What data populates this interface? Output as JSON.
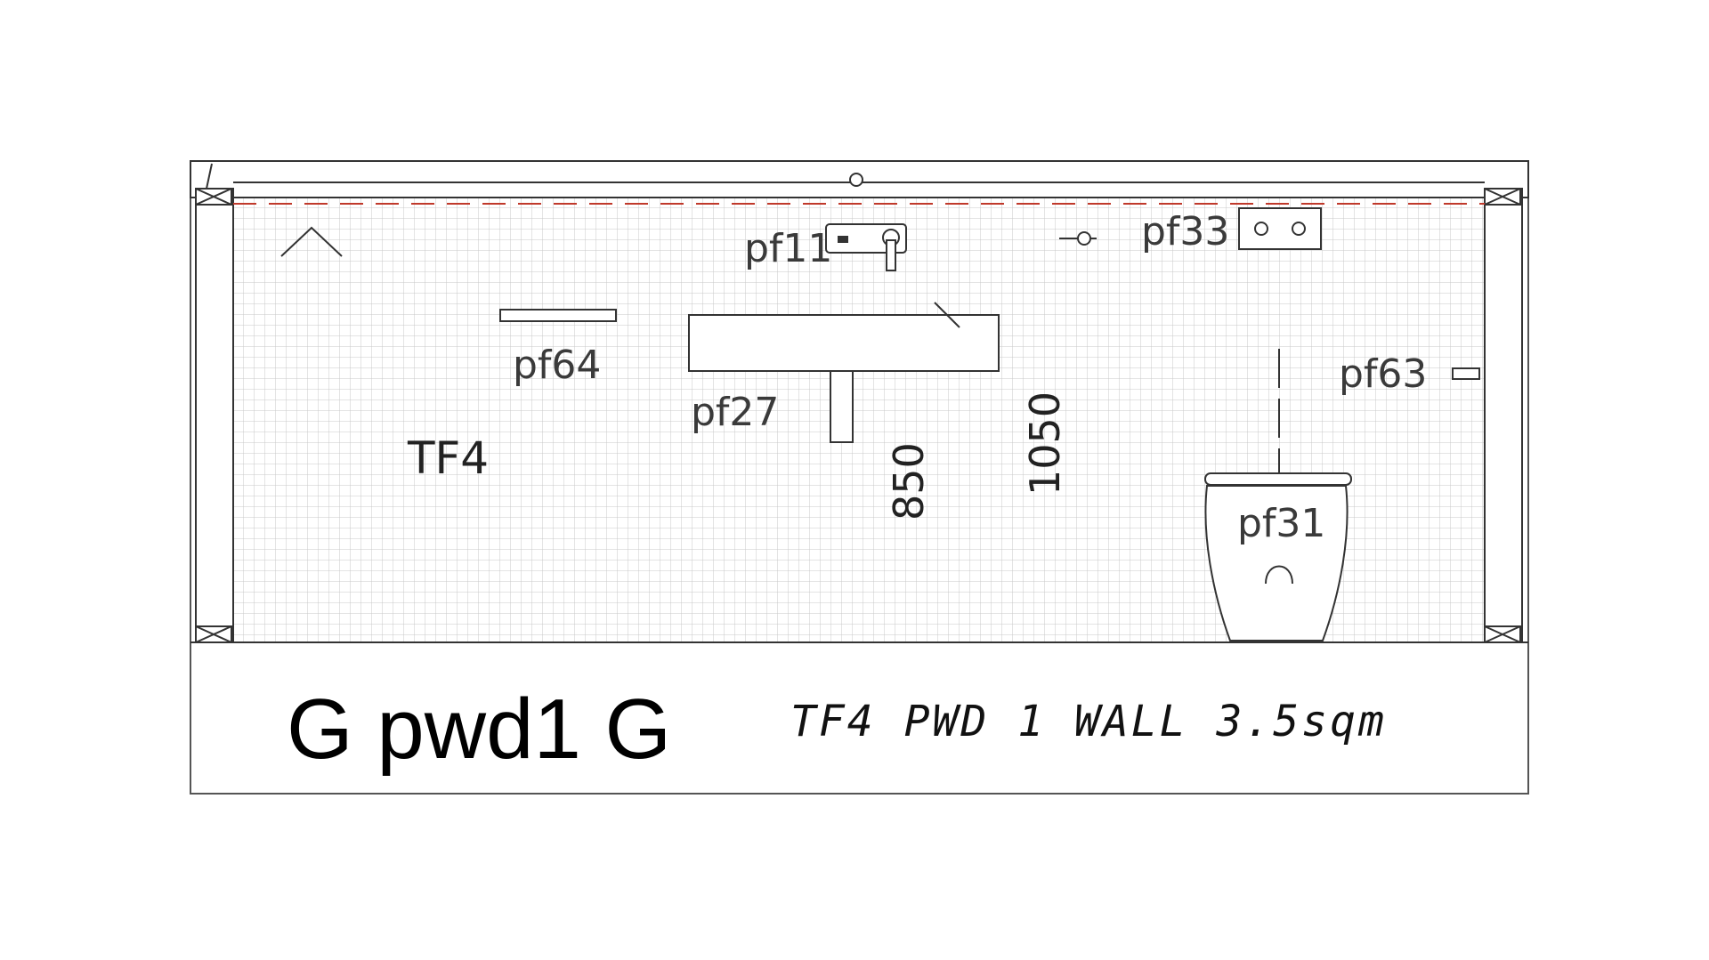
{
  "drawing": {
    "panel_label": "TF4",
    "fixtures": {
      "tap": "pf11",
      "button": "pf33",
      "shelf": "pf64",
      "basin": "pf27",
      "holder": "pf63",
      "toilet": "pf31"
    },
    "dimensions": {
      "basin_height": "850",
      "tap_height": "1050"
    },
    "title": "G pwd1 G",
    "caption": "TF4 PWD 1 WALL 3.5sqm"
  },
  "colors": {
    "line": "#333333",
    "grid": "#c8c8c8",
    "hidden_line": "#c0392b"
  }
}
